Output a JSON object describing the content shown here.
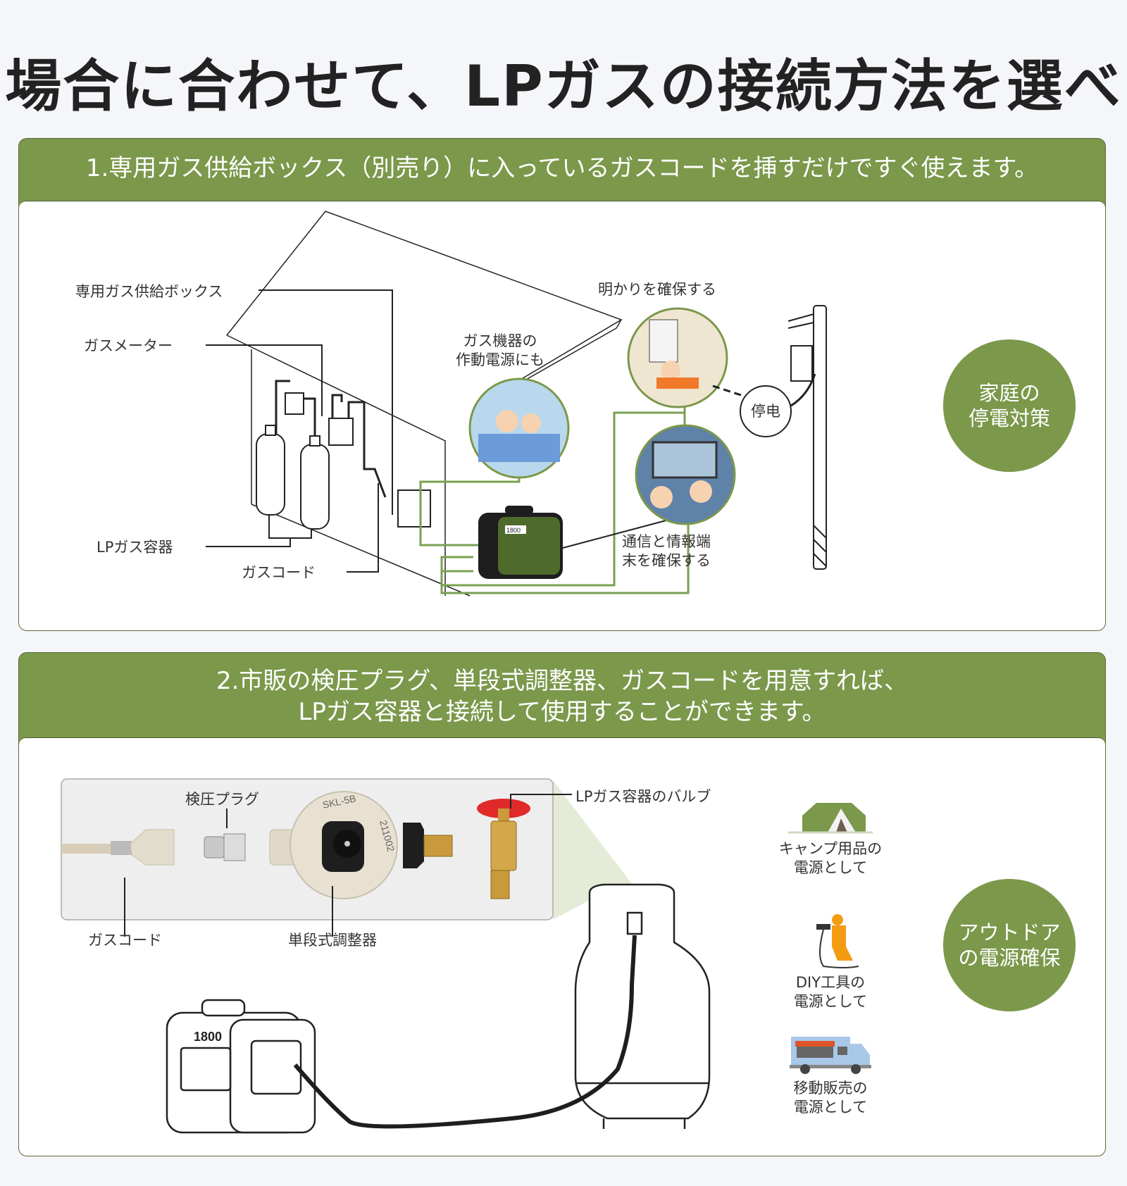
{
  "page": {
    "title": "場合に合わせて、LPガスの接続方法を選べる",
    "theme_color": "#7b984b"
  },
  "section1": {
    "header": "1.専用ガス供給ボックス（別売り）に入っているガスコードを挿すだけですぐ使えます。",
    "callouts": {
      "supply_box": "専用ガス供給ボックス",
      "gas_meter": "ガスメーター",
      "lp_container": "LPガス容器",
      "gas_cord": "ガスコード"
    },
    "uses": {
      "gas_appliance": [
        "ガス機器の",
        "作動電源にも"
      ],
      "lighting": "明かりを確保する",
      "communication": [
        "通信と情報端",
        "末を確保する"
      ]
    },
    "outage_label": "停电",
    "generator_model": "1800",
    "badge": [
      "家庭の",
      "停電対策"
    ]
  },
  "section2": {
    "header": [
      "2.市販の検圧プラグ、単段式調整器、ガスコードを用意すれば、",
      "LPガス容器と接続して使用することができます。"
    ],
    "parts": {
      "pressure_plug": "検圧プラグ",
      "valve": "LPガス容器のバルブ",
      "gas_cord": "ガスコード",
      "regulator": "単段式調整器"
    },
    "regulator_model": "SKL-5B",
    "regulator_code": "211002",
    "generator_model": "1800",
    "use_cases": [
      {
        "icon": "tent-icon",
        "label": [
          "キャンプ用品の",
          "電源として"
        ]
      },
      {
        "icon": "diy-worker-icon",
        "label": [
          "DIY工具の",
          "電源として"
        ]
      },
      {
        "icon": "food-truck-icon",
        "label": [
          "移動販売の",
          "電源として"
        ]
      }
    ],
    "badge": [
      "アウトドア",
      "の電源確保"
    ]
  }
}
